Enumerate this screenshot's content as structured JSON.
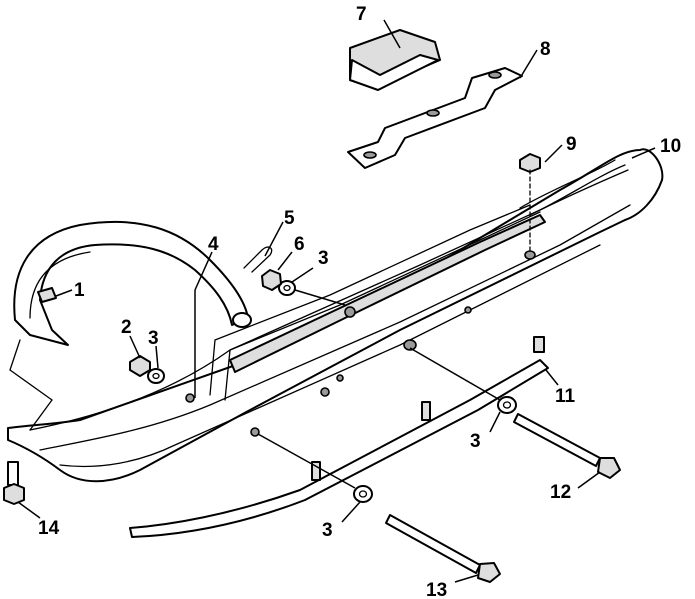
{
  "callouts": [
    {
      "id": "c1",
      "number": "1"
    },
    {
      "id": "c2",
      "number": "2"
    },
    {
      "id": "c3a",
      "number": "3"
    },
    {
      "id": "c3b",
      "number": "3"
    },
    {
      "id": "c3c",
      "number": "3"
    },
    {
      "id": "c3d",
      "number": "3"
    },
    {
      "id": "c4",
      "number": "4"
    },
    {
      "id": "c5",
      "number": "5"
    },
    {
      "id": "c6",
      "number": "6"
    },
    {
      "id": "c7",
      "number": "7"
    },
    {
      "id": "c8",
      "number": "8"
    },
    {
      "id": "c9",
      "number": "9"
    },
    {
      "id": "c10",
      "number": "10"
    },
    {
      "id": "c11",
      "number": "11"
    },
    {
      "id": "c12",
      "number": "12"
    },
    {
      "id": "c13",
      "number": "13"
    },
    {
      "id": "c14",
      "number": "14"
    }
  ]
}
